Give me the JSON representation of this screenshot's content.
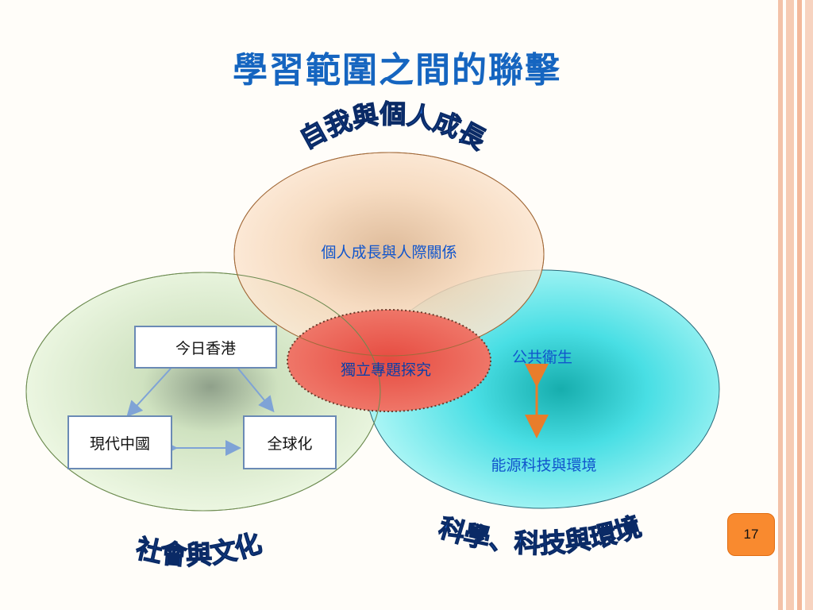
{
  "title": "學習範圍之間的聯擊",
  "arc_labels": {
    "top": "自我與個人成長",
    "left": "社會與文化",
    "right": "科學、科技與環境"
  },
  "circles": {
    "top": {
      "label": "個人成長與人際關係",
      "color": "#fde3c8"
    },
    "left": {
      "color": "#e3f3d4"
    },
    "right": {
      "color": "#4fe0e8"
    },
    "center": {
      "label": "獨立專題探究",
      "color": "#e8433a"
    }
  },
  "boxes": {
    "today_hk": "今日香港",
    "modern_china": "現代中國",
    "globalization": "全球化"
  },
  "right_labels": {
    "public_health": "公共衛生",
    "energy": "能源科技與環境"
  },
  "page_number": "17",
  "colors": {
    "title": "#1565c0",
    "accent": "#f98a2f"
  }
}
